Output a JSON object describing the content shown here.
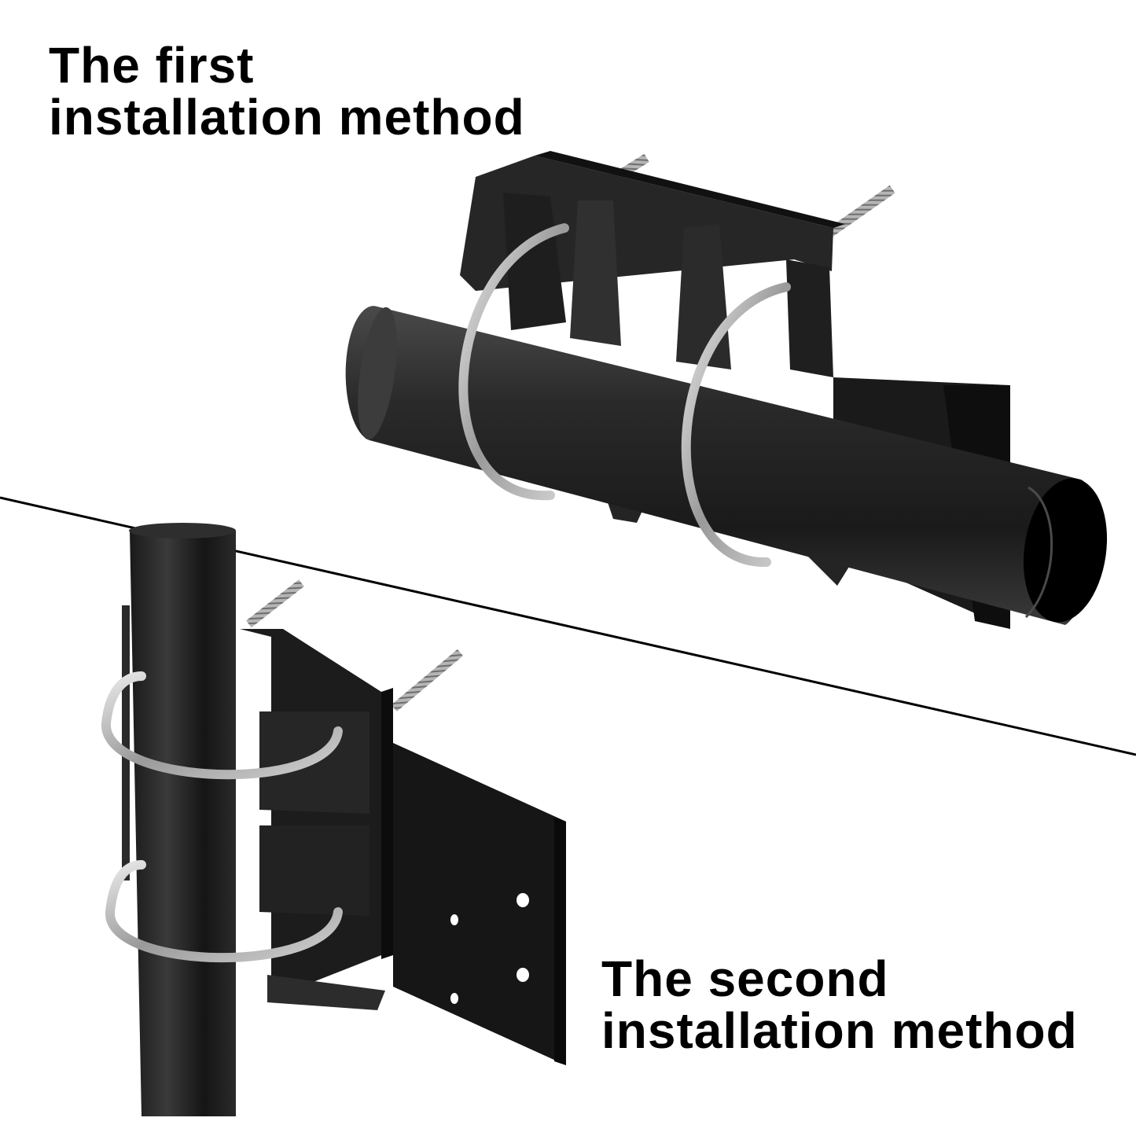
{
  "captions": {
    "first": {
      "line1": "The first",
      "line2": "installation method"
    },
    "second": {
      "line1": "The second",
      "line2": "installation method"
    }
  },
  "colors": {
    "background": "#ffffff",
    "text": "#000000",
    "bracket": "#1c1c1c",
    "pipe": "#202020",
    "steel": "#bfbfbf",
    "divider": "#000000"
  },
  "icons": {
    "top_photo": "horizontal-pipe-mount-photo",
    "bottom_photo": "vertical-pipe-mount-photo"
  }
}
